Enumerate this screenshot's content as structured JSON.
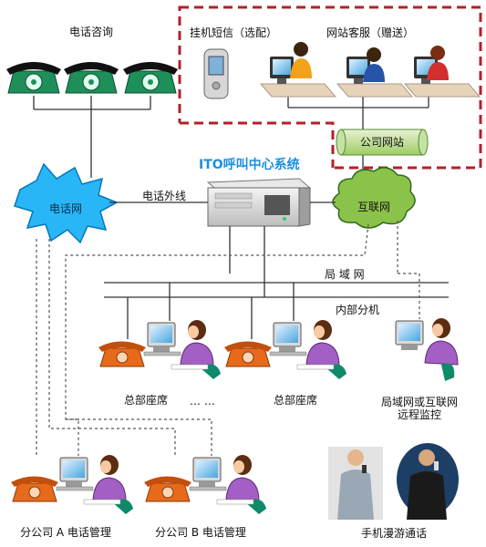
{
  "title": "ITO呼叫中心系统",
  "labels": {
    "phone_consult": "电话咨询",
    "sms": "挂机短信（选配）",
    "web_service": "网站客服（赠送）",
    "company_site": "公司网站",
    "phone_network": "电话网",
    "outside_line": "电话外线",
    "internet": "互联网",
    "lan": "局 域 网",
    "extension": "内部分机",
    "hq_seat_1": "总部座席",
    "ellipsis": "…  …",
    "hq_seat_2": "总部座席",
    "remote_monitor_line1": "局域网或互联网",
    "remote_monitor_line2": "远程监控",
    "branch_a": "分公司 A 电话管理",
    "branch_b": "分公司 B 电话管理",
    "mobile_roaming": "手机漫游通话"
  },
  "colors": {
    "dashed_box": "#b3202a",
    "cloud_blue": "#29b6f6",
    "cloud_green": "#8bc34a",
    "title": "#1a8fe0",
    "phone_green": "#1f8f5a",
    "phone_red": "#e76a1a"
  }
}
